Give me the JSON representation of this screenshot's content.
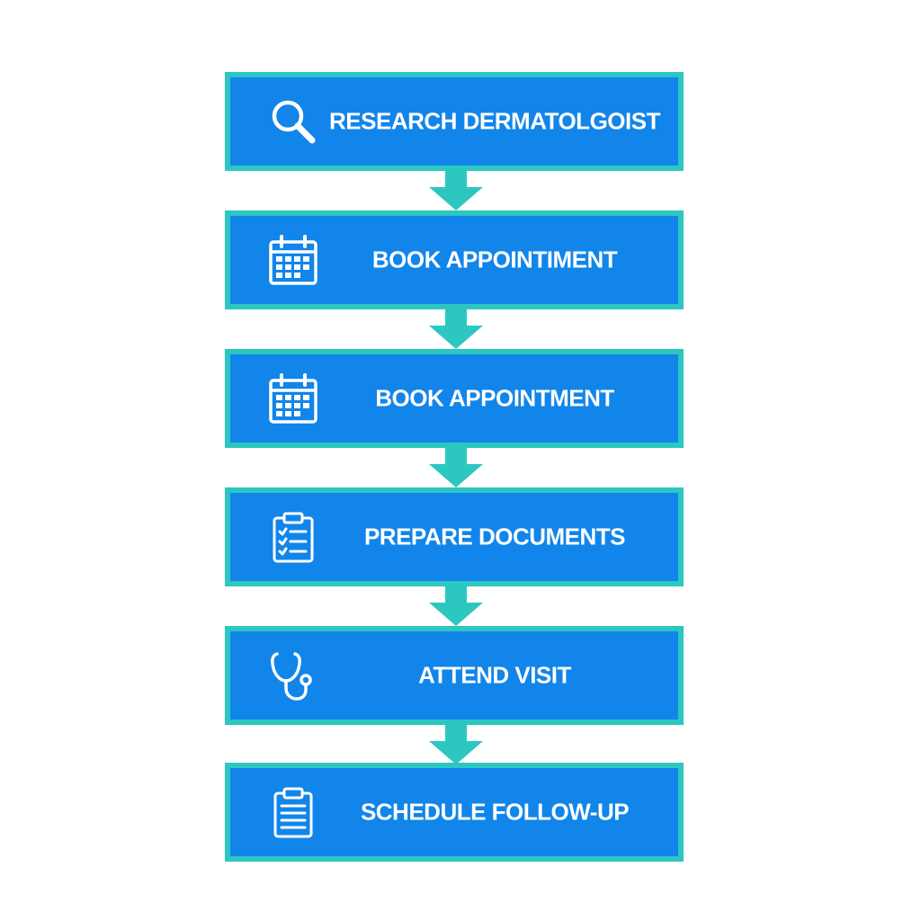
{
  "colors": {
    "box_fill": "#1185ea",
    "box_border": "#2cc7c0",
    "arrow": "#2cc7c0",
    "text": "#ffffff"
  },
  "steps": [
    {
      "label": "RESEARCH DERMATOLGOIST",
      "icon": "magnifier-icon"
    },
    {
      "label": "BOOK APPOINTIMENT",
      "icon": "calendar-icon"
    },
    {
      "label": "BOOK APPOINTMENT",
      "icon": "calendar-icon"
    },
    {
      "label": "PREPARE DOCUMENTS",
      "icon": "checklist-clipboard-icon"
    },
    {
      "label": "ATTEND VISIT",
      "icon": "stethoscope-icon"
    },
    {
      "label": "SCHEDULE FOLLOW-UP",
      "icon": "clipboard-icon"
    }
  ]
}
